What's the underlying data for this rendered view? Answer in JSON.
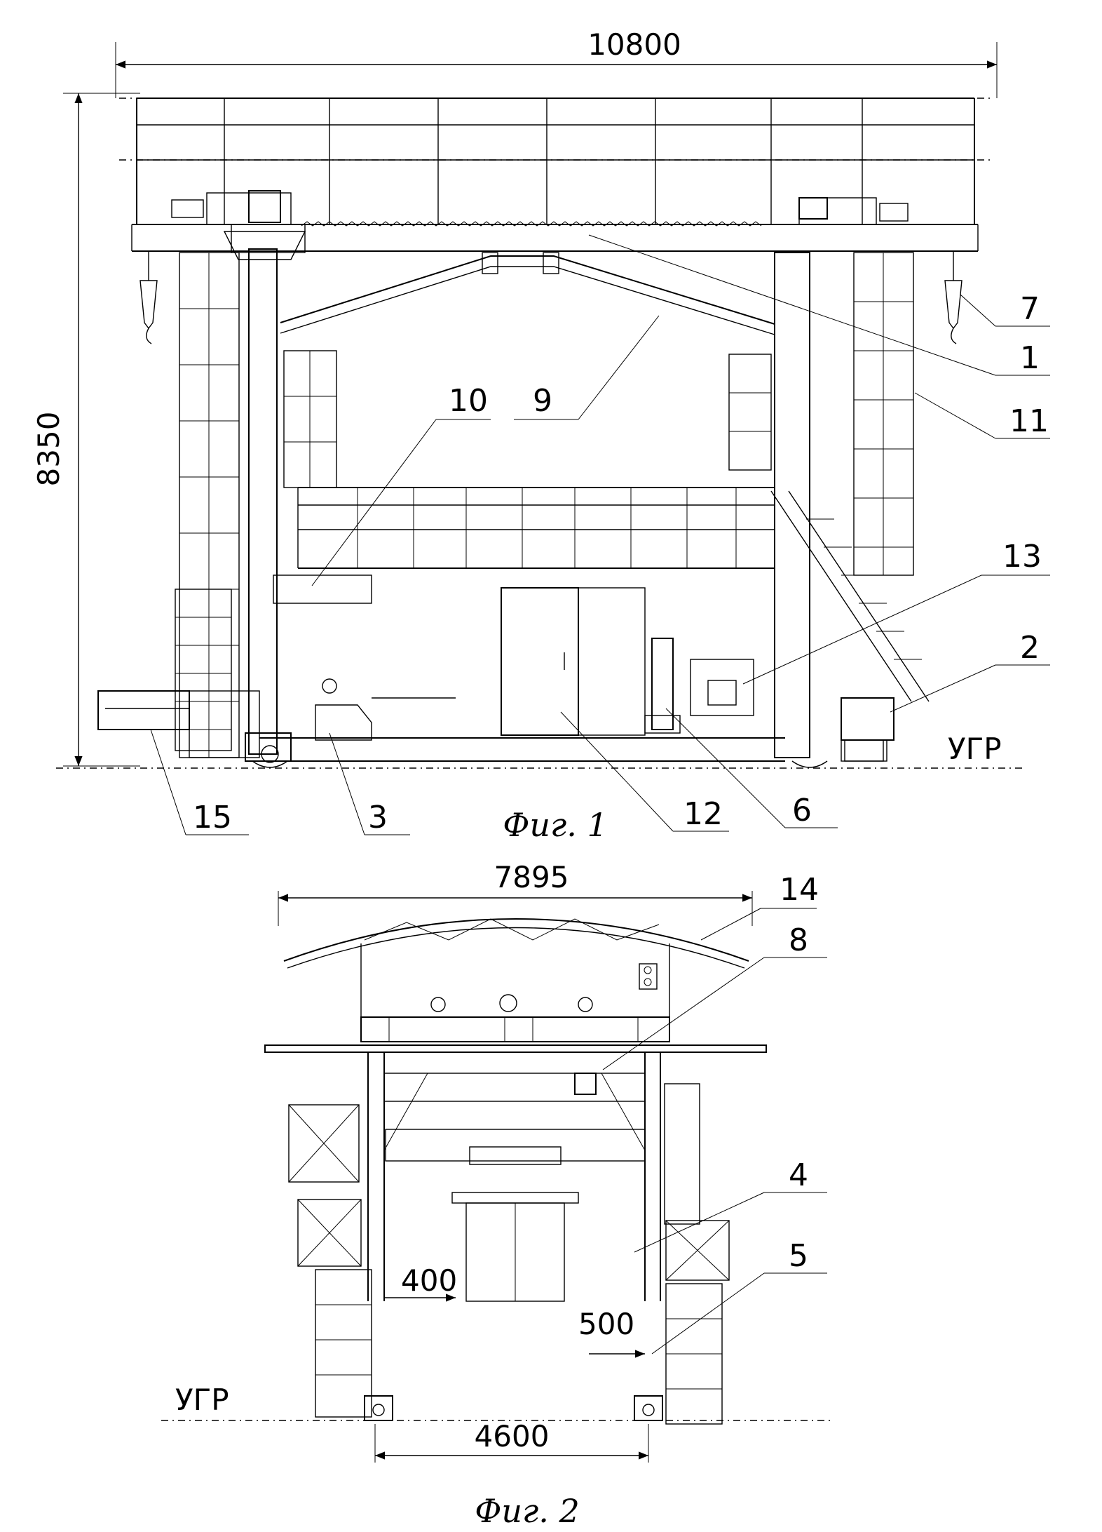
{
  "figure1": {
    "caption": "Фиг. 1",
    "dimensions": {
      "width": "10800",
      "height": "8350"
    },
    "level_mark": "УГР",
    "callouts": [
      "7",
      "1",
      "11",
      "13",
      "2",
      "10",
      "9",
      "15",
      "3",
      "12",
      "6"
    ]
  },
  "figure2": {
    "caption": "Фиг. 2",
    "dimensions": {
      "width": "7895",
      "track": "4600",
      "offset_left": "400",
      "offset_right": "500"
    },
    "level_mark": "УГР",
    "callouts": [
      "14",
      "8",
      "4",
      "5"
    ]
  }
}
